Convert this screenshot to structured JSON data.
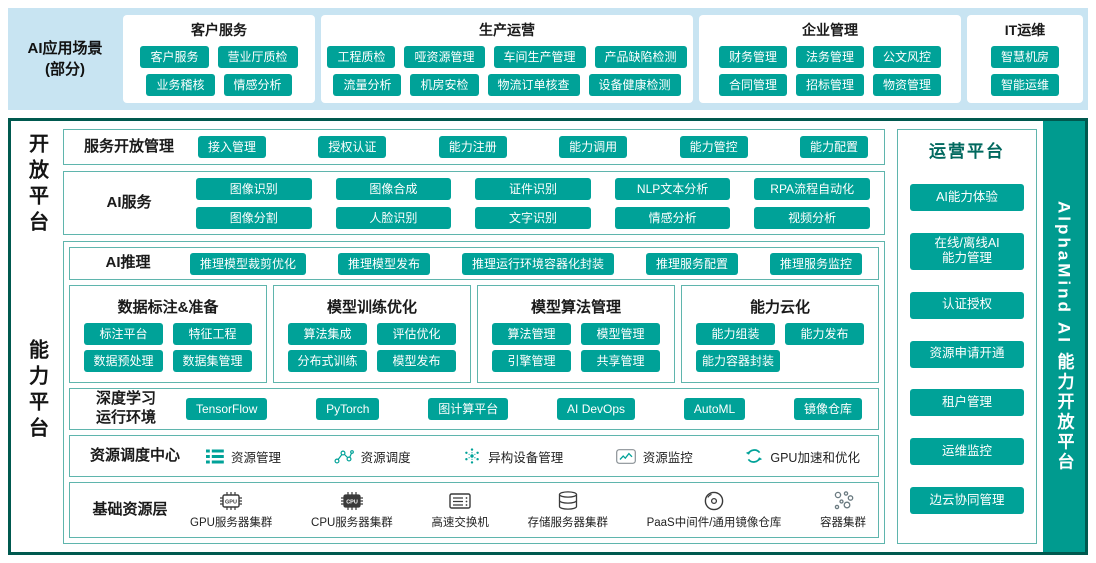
{
  "colors": {
    "accent_teal": "#00a298",
    "brand_bar": "#009b8f",
    "frame_border": "#00594f",
    "panel_border": "#5fb5ad",
    "scenario_band_bg": "#c8e4f2"
  },
  "scenarios": {
    "label": "AI应用场景\n(部分)",
    "groups": [
      {
        "title": "客户服务",
        "rows": [
          [
            "客户服务",
            "营业厅质检"
          ],
          [
            "业务稽核",
            "情感分析"
          ]
        ]
      },
      {
        "title": "生产运营",
        "rows": [
          [
            "工程质检",
            "哑资源管理",
            "车间生产管理",
            "产品缺陷检测"
          ],
          [
            "流量分析",
            "机房安检",
            "物流订单核查",
            "设备健康检测"
          ]
        ]
      },
      {
        "title": "企业管理",
        "rows": [
          [
            "财务管理",
            "法务管理",
            "公文风控"
          ],
          [
            "合同管理",
            "招标管理",
            "物资管理"
          ]
        ]
      },
      {
        "title": "IT运维",
        "rows": [
          [
            "智慧机房"
          ],
          [
            "智能运维"
          ]
        ]
      }
    ]
  },
  "open_platform": {
    "side_label": "开放平台",
    "service_mgmt": {
      "title": "服务开放管理",
      "items": [
        "接入管理",
        "授权认证",
        "能力注册",
        "能力调用",
        "能力管控",
        "能力配置"
      ]
    },
    "ai_services": {
      "title": "AI服务",
      "rows": [
        [
          "图像识别",
          "图像合成",
          "证件识别",
          "NLP文本分析",
          "RPA流程自动化"
        ],
        [
          "图像分割",
          "人脸识别",
          "文字识别",
          "情感分析",
          "视频分析"
        ]
      ]
    }
  },
  "capability_platform": {
    "side_label": "能力平台",
    "ai_inference": {
      "title": "AI推理",
      "items": [
        "推理模型裁剪优化",
        "推理模型发布",
        "推理运行环境容器化封装",
        "推理服务配置",
        "推理服务监控"
      ]
    },
    "groups": [
      {
        "title": "数据标注&准备",
        "rows": [
          [
            "标注平台",
            "特征工程"
          ],
          [
            "数据预处理",
            "数据集管理"
          ]
        ]
      },
      {
        "title": "模型训练优化",
        "rows": [
          [
            "算法集成",
            "评估优化"
          ],
          [
            "分布式训练",
            "模型发布"
          ]
        ]
      },
      {
        "title": "模型算法管理",
        "rows": [
          [
            "算法管理",
            "模型管理"
          ],
          [
            "引擎管理",
            "共享管理"
          ]
        ]
      },
      {
        "title": "能力云化",
        "rows": [
          [
            "能力组装",
            "能力发布"
          ],
          [
            "能力容器封装"
          ]
        ]
      }
    ],
    "dl_runtime": {
      "title": "深度学习\n运行环境",
      "items": [
        "TensorFlow",
        "PyTorch",
        "图计算平台",
        "AI DevOps",
        "AutoML",
        "镜像仓库"
      ]
    },
    "scheduler": {
      "title": "资源调度中心",
      "items": [
        {
          "icon": "list-icon",
          "label": "资源管理"
        },
        {
          "icon": "network-icon",
          "label": "资源调度"
        },
        {
          "icon": "hetero-devices-icon",
          "label": "异构设备管理"
        },
        {
          "icon": "monitor-chart-icon",
          "label": "资源监控"
        },
        {
          "icon": "gpu-accel-refresh-icon",
          "label": "GPU加速和优化"
        }
      ]
    },
    "infra": {
      "title": "基础资源层",
      "items": [
        {
          "icon": "gpu-chip-icon",
          "label": "GPU服务器集群"
        },
        {
          "icon": "cpu-chip-icon",
          "label": "CPU服务器集群"
        },
        {
          "icon": "switch-icon",
          "label": "高速交换机"
        },
        {
          "icon": "storage-icon",
          "label": "存储服务器集群"
        },
        {
          "icon": "disc-icon",
          "label": "PaaS中间件/通用镜像仓库"
        },
        {
          "icon": "container-cluster-icon",
          "label": "容器集群"
        }
      ]
    }
  },
  "operations": {
    "title": "运营平台",
    "items": [
      "AI能力体验",
      "在线/离线AI\n能力管理",
      "认证授权",
      "资源申请开通",
      "租户管理",
      "运维监控",
      "边云协同管理"
    ]
  },
  "brand_bar": "AlphaMind AI 能力开放平台"
}
